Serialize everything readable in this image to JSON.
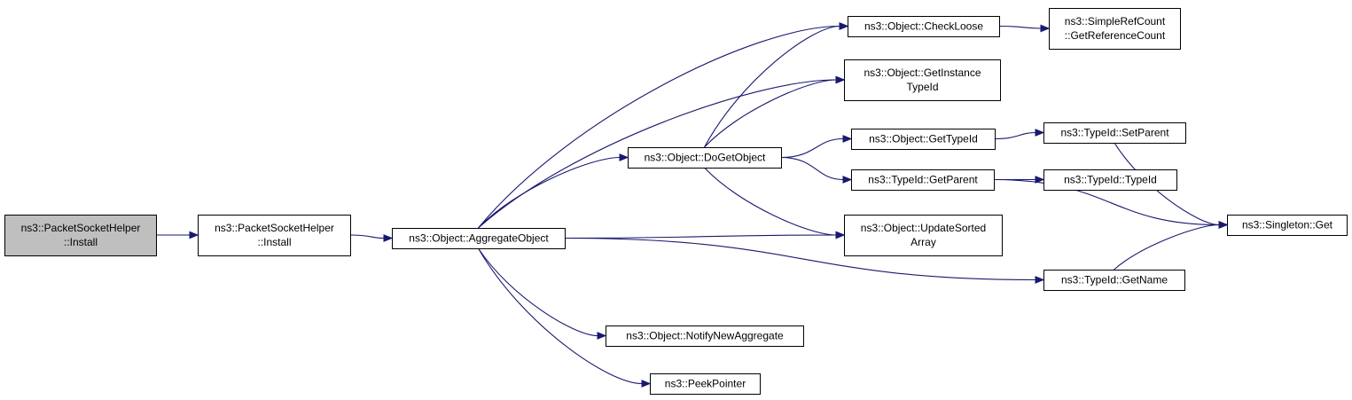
{
  "colors": {
    "edge": "#191970",
    "node_border": "#000000",
    "node_fill": "#ffffff",
    "root_fill": "#bfbfbf"
  },
  "nodes": {
    "root": {
      "lines": [
        "ns3::PacketSocketHelper",
        "::Install"
      ],
      "root": true
    },
    "install": {
      "lines": [
        "ns3::PacketSocketHelper",
        "::Install"
      ]
    },
    "aggregate": {
      "lines": [
        "ns3::Object::AggregateObject"
      ]
    },
    "dogetobject": {
      "lines": [
        "ns3::Object::DoGetObject"
      ]
    },
    "notify": {
      "lines": [
        "ns3::Object::NotifyNewAggregate"
      ]
    },
    "peek": {
      "lines": [
        "ns3::PeekPointer"
      ]
    },
    "checkloose": {
      "lines": [
        "ns3::Object::CheckLoose"
      ]
    },
    "getinstance": {
      "lines": [
        "ns3::Object::GetInstance",
        "TypeId"
      ]
    },
    "gettypeid": {
      "lines": [
        "ns3::Object::GetTypeId"
      ]
    },
    "getparent": {
      "lines": [
        "ns3::TypeId::GetParent"
      ]
    },
    "updatesorted": {
      "lines": [
        "ns3::Object::UpdateSorted",
        "Array"
      ]
    },
    "getname": {
      "lines": [
        "ns3::TypeId::GetName"
      ]
    },
    "refcount": {
      "lines": [
        "ns3::SimpleRefCount",
        "::GetReferenceCount"
      ]
    },
    "setparent": {
      "lines": [
        "ns3::TypeId::SetParent"
      ]
    },
    "typeid": {
      "lines": [
        "ns3::TypeId::TypeId"
      ]
    },
    "singleton": {
      "lines": [
        "ns3::Singleton::Get"
      ]
    }
  },
  "edges": [
    [
      "root",
      "install"
    ],
    [
      "install",
      "aggregate"
    ],
    [
      "aggregate",
      "checkloose"
    ],
    [
      "aggregate",
      "getinstance"
    ],
    [
      "aggregate",
      "dogetobject"
    ],
    [
      "aggregate",
      "updatesorted"
    ],
    [
      "aggregate",
      "getname"
    ],
    [
      "aggregate",
      "notify"
    ],
    [
      "aggregate",
      "peek"
    ],
    [
      "dogetobject",
      "checkloose"
    ],
    [
      "dogetobject",
      "getinstance"
    ],
    [
      "dogetobject",
      "gettypeid"
    ],
    [
      "dogetobject",
      "getparent"
    ],
    [
      "dogetobject",
      "updatesorted"
    ],
    [
      "checkloose",
      "refcount"
    ],
    [
      "gettypeid",
      "setparent"
    ],
    [
      "getparent",
      "typeid"
    ],
    [
      "getparent",
      "singleton"
    ],
    [
      "setparent",
      "singleton"
    ],
    [
      "getname",
      "singleton"
    ]
  ]
}
